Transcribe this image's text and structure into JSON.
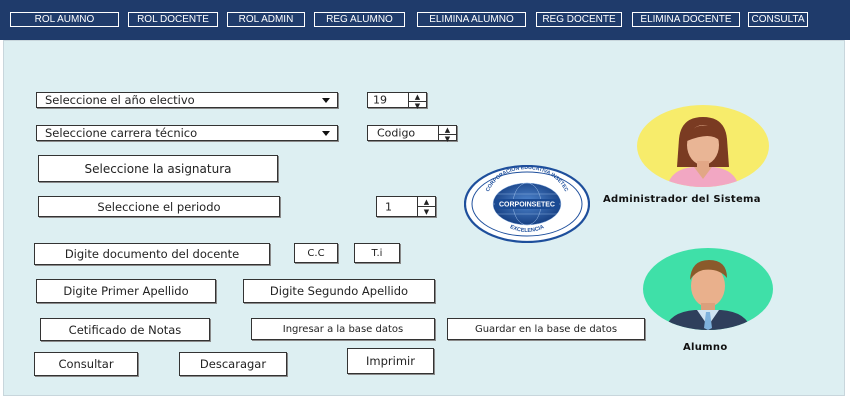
{
  "nav": {
    "items": [
      "ROL AUMNO",
      "ROL DOCENTE",
      "ROL ADMIN",
      "REG ALUMNO",
      "ELIMINA ALUMNO",
      "REG DOCENTE",
      "ELIMINA DOCENTE",
      "CONSULTA"
    ]
  },
  "form": {
    "year_select": "Seleccione el año electivo",
    "year_value": "19",
    "career_select": "Seleccione carrera técnico",
    "code_value": "Codigo",
    "subject_button": "Seleccione la asignatura",
    "period_button": "Seleccione el periodo",
    "period_value": "1",
    "teacher_doc": "Digite documento del docente",
    "doc_cc": "C.C",
    "doc_ti": "T.i",
    "first_surname": "Digite Primer Apellido",
    "second_surname": "Digite Segundo  Apellido"
  },
  "actions": {
    "certificate": "Cetificado de Notas",
    "insert_db": "Ingresar a la base datos",
    "save_db": "Guardar en la base de datos",
    "consult": "Consultar",
    "download": "Descaragar",
    "print": "Imprimir"
  },
  "logo": {
    "arc_text": "CORPORACION EDUCATIVA INSETEC",
    "center_text": "CORPOINSETEC",
    "bottom_text": "EXCELENCIA"
  },
  "roles": {
    "admin_label": "Administrador del Sistema",
    "student_label": "Alumno"
  },
  "colors": {
    "nav_bg": "#1f3b6b",
    "canvas_bg": "#ddeff2",
    "admin_circle": "#f7ec6b",
    "student_circle": "#3fe0a8",
    "logo_blue": "#1e4f9c"
  }
}
